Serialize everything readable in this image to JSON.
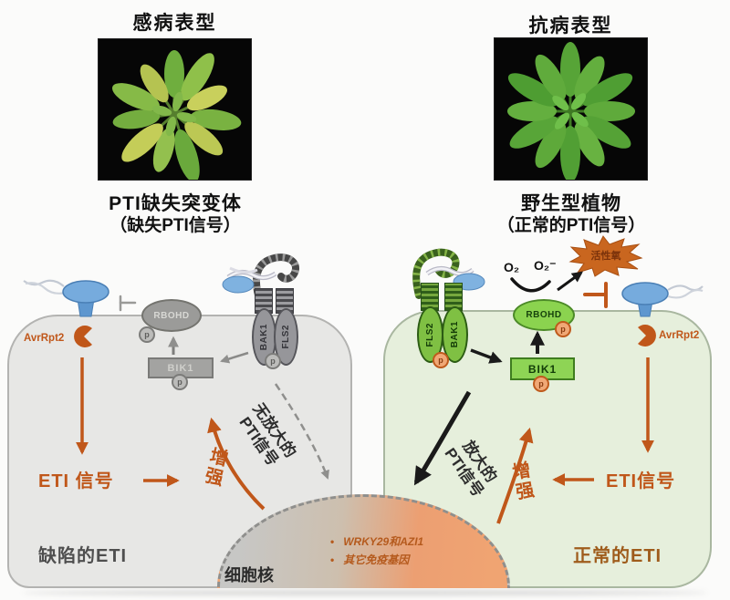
{
  "figure": {
    "left": {
      "phenotype": "感病表型",
      "plant_name": "PTI缺失突变体",
      "plant_note": "（缺失PTI信号）",
      "effector": "AvrRpt2",
      "rbohd": "RBOHD",
      "bik1": "BIK1",
      "receptor_a": "BAK1",
      "receptor_b": "FLS2",
      "eti_signal": "ETI 信号",
      "enhance": "增强",
      "pti_line1": "无放大的",
      "pti_line2": "PTI信号",
      "status": "缺陷的ETI"
    },
    "right": {
      "phenotype": "抗病表型",
      "plant_name": "野生型植物",
      "plant_note": "（正常的PTI信号）",
      "effector": "AvrRpt2",
      "rbohd": "RBOHD",
      "bik1": "BIK1",
      "receptor_a": "FLS2",
      "receptor_b": "BAK1",
      "oxygen": "O₂",
      "superoxide": "O₂⁻",
      "ros": "活性氧",
      "eti_signal": "ETI信号",
      "enhance": "增强",
      "pti_line1": "放大的",
      "pti_line2": "PTI信号",
      "status": "正常的ETI"
    },
    "nucleus": {
      "label": "细胞核",
      "genes": [
        "WRKY29和AZI1",
        "其它免疫基因"
      ]
    },
    "phospho": "p",
    "colors": {
      "accent_orange": "#c0571a",
      "active_green": "#8bd34f",
      "inactive_gray": "#9b9b99",
      "cell_left_fill": "#e7e7e5",
      "cell_right_fill": "#e6efdc",
      "ros_burst": "#c9661f",
      "bacterium_blue": "#76abdd",
      "nucleus_gray": "#c7c7c5",
      "nucleus_orange": "#f0a472"
    }
  }
}
